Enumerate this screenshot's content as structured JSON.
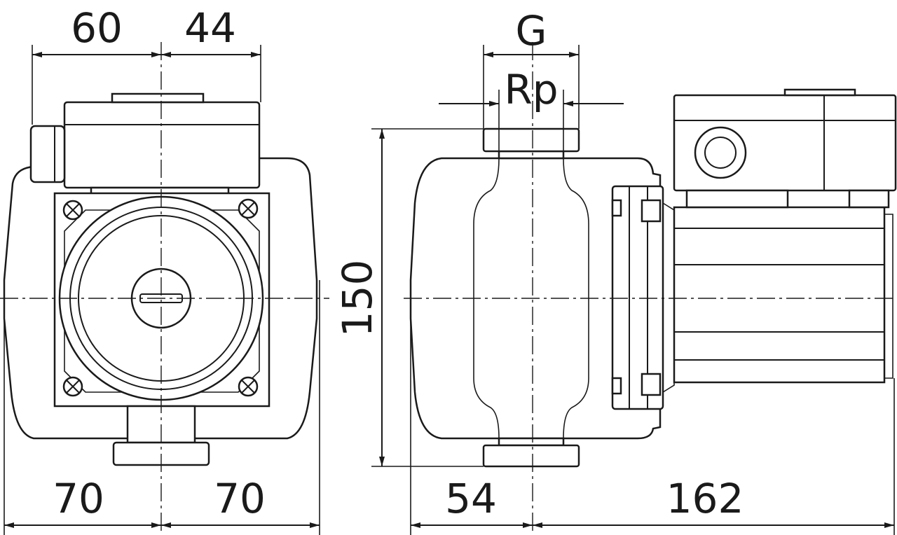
{
  "dimensions": {
    "front_top_left": "60",
    "front_top_right": "44",
    "front_bottom_left": "70",
    "front_bottom_right": "70",
    "side_connection_outer": "G",
    "side_connection_inner": "Rp",
    "side_height": "150",
    "side_bottom_left": "54",
    "side_bottom_right": "162"
  },
  "colors": {
    "line": "#1a1a1a",
    "background": "#ffffff"
  }
}
